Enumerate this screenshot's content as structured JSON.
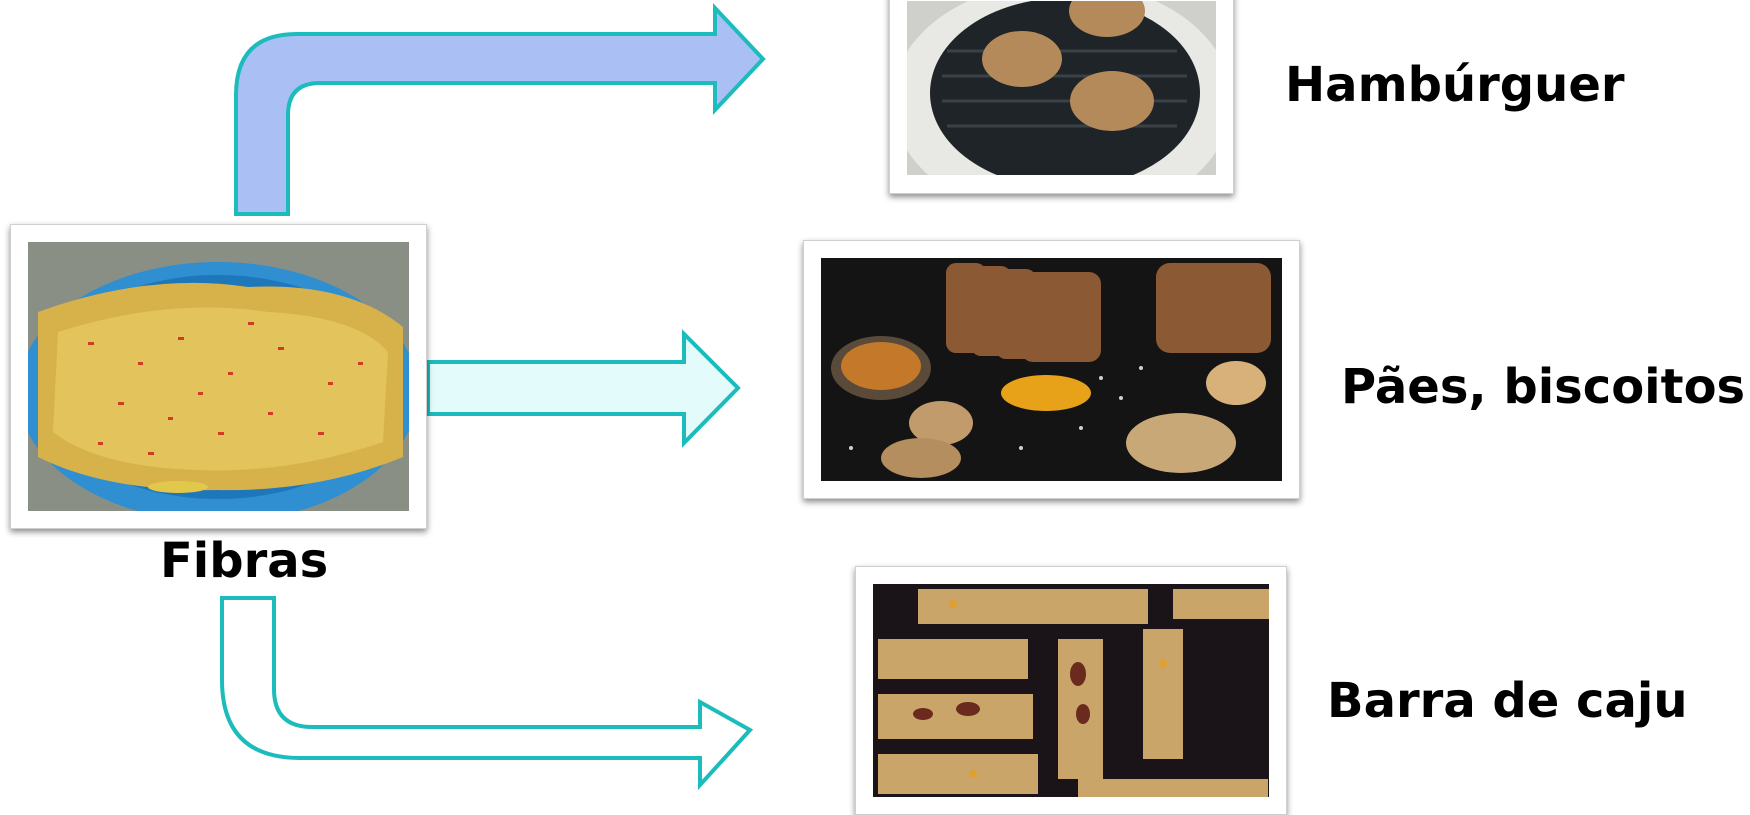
{
  "source": {
    "label": "Fibras",
    "photo_icon": "fiber-bowl-photo"
  },
  "products": [
    {
      "label": "Hambúrguer",
      "photo_icon": "burgers-on-grill-photo"
    },
    {
      "label": "Pães, biscoitos",
      "photo_icon": "breads-and-biscuits-photo"
    },
    {
      "label": "Barra de caju",
      "photo_icon": "cashew-bars-photo"
    }
  ],
  "colors": {
    "arrow_top_fill": "#aabff3",
    "arrow_middle_fill": "#e3fbfb",
    "arrow_bottom_fill": "#ffffff",
    "arrow_stroke": "#1cbcbc",
    "label_text": "#000000"
  }
}
